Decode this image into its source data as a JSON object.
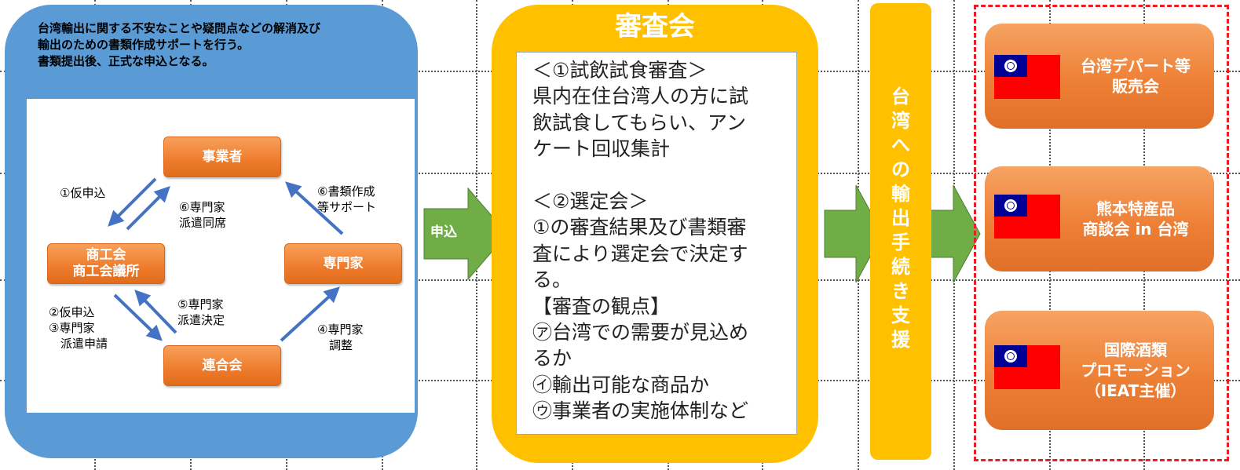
{
  "intro": {
    "text": "台湾輸出に関する不安なことや疑問点などの解消及び\n輸出のための書類作成サポートを行う。\n書類提出後、正式な申込となる。"
  },
  "nodes": {
    "jigyosha": "事業者",
    "shokokai": "商工会\n商工会議所",
    "senmonka": "専門家",
    "rengokai": "連合会"
  },
  "steps": {
    "s1": "①仮申込",
    "s2": "②仮申込\n③専門家\n　派遣申請",
    "s4": "④専門家\n　調整",
    "s5": "⑤専門家\n派遣決定",
    "s6a": "⑥専門家\n派遣同席",
    "s6b": "⑥書類作成\n等サポート"
  },
  "apply_arrow_label": "申込",
  "shinsa": {
    "title": "審査会",
    "body": "＜①試飲試食審査＞\n県内在住台湾人の方に試\n飲試食してもらい、アン\nケート回収集計\n\n＜②選定会＞\n①の審査結果及び書類審\n査により選定会で決定す\nる。\n【審査の観点】\n㋐台湾での需要が見込め\nるか\n㋑輸出可能な商品か\n㋒事業者の実施体制など"
  },
  "support": {
    "text": "台湾への輸出手続き支援"
  },
  "events": [
    {
      "label": "台湾デパート等\n販売会",
      "flag": "taiwan-flag-icon"
    },
    {
      "label": "熊本特産品\n商談会 in 台湾",
      "flag": "taiwan-flag-icon"
    },
    {
      "label": "国際酒類\nプロモーション\n（IEAT主催）",
      "flag": "taiwan-flag-icon"
    }
  ],
  "colors": {
    "blue_panel": "#5b9bd5",
    "orange": "#ee7b2b",
    "yellow": "#ffc000",
    "green_arrow": "#70ad47",
    "flow_arrow": "#4472c4",
    "dash_red": "#ee1c24",
    "flag_red": "#fe0000",
    "flag_blue": "#000095"
  }
}
